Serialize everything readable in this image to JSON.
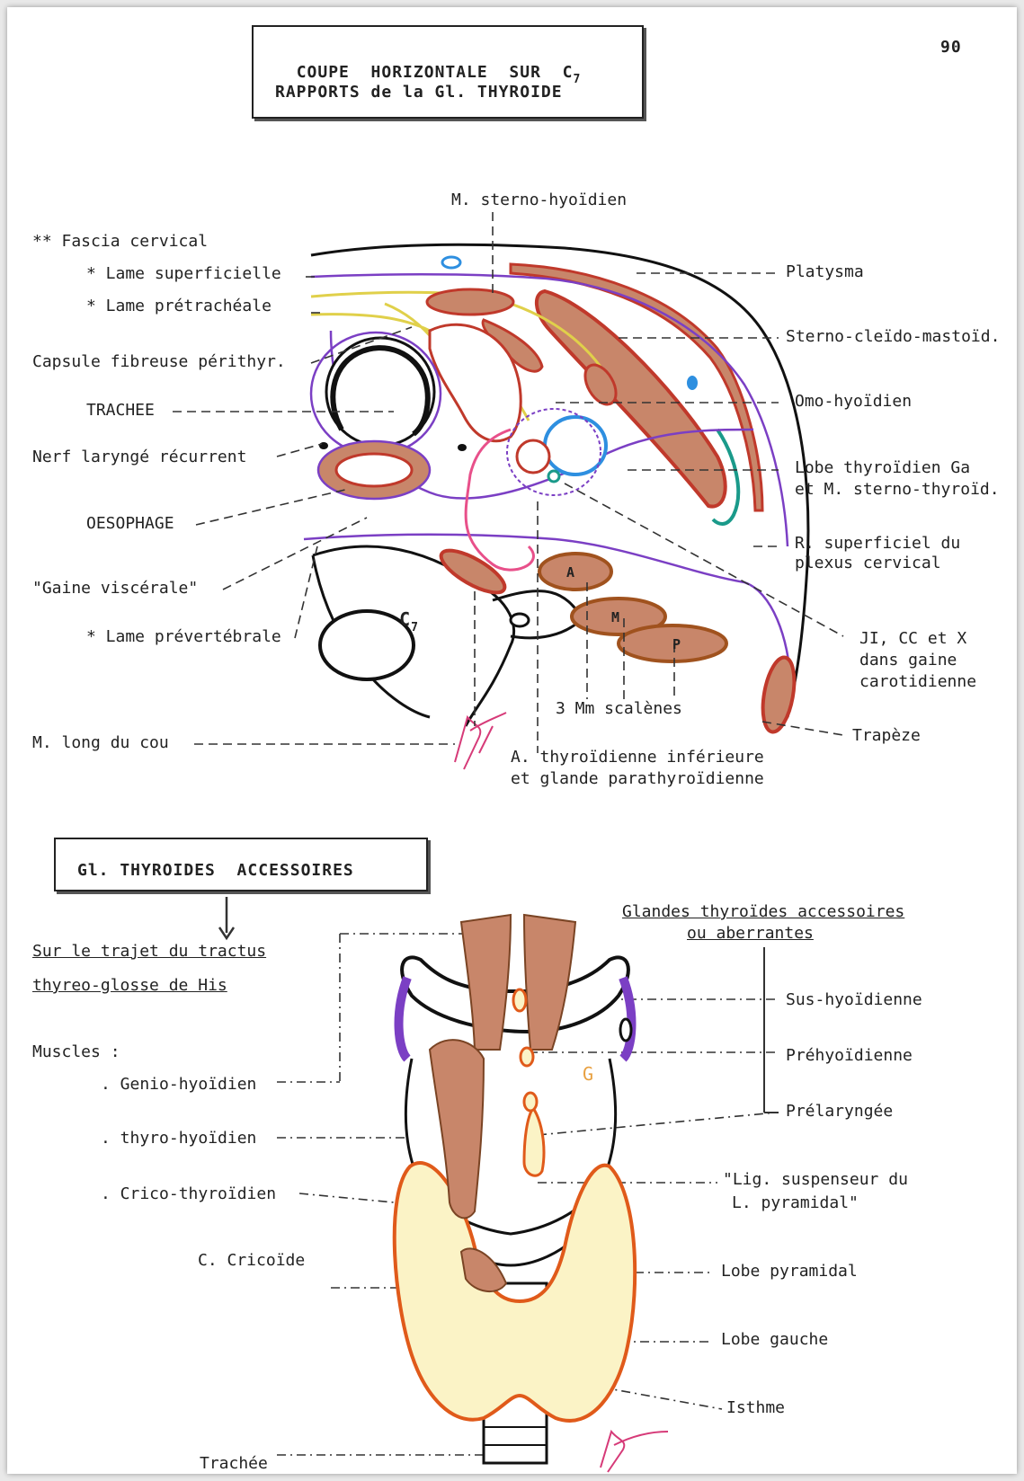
{
  "page_number": "90",
  "section1": {
    "title_line1": "COUPE  HORIZONTALE  SUR  C",
    "title_sub": "7",
    "title_line2": "RAPPORTS de la Gl. THYROIDE",
    "vertebra_label": "C",
    "vertebra_sub": "7",
    "muscle_letters": [
      "A",
      "M",
      "P"
    ],
    "left_labels": {
      "fascia": "** Fascia cervical",
      "lame_sup": "* Lame superficielle",
      "lame_pre": "* Lame prétrachéale",
      "capsule": "Capsule fibreuse périthyr.",
      "trachee": "TRACHEE",
      "nerf": "Nerf laryngé récurrent",
      "oesophage": "OESOPHAGE",
      "gaine": "\"Gaine viscérale\"",
      "lame_prev": "* Lame prévertébrale",
      "long_cou": "M. long du cou"
    },
    "top_label": "M. sterno-hyoïdien",
    "right_labels": {
      "platysma": "Platysma",
      "scm": "Sterno-cleïdo-mastoïd.",
      "omo": "Omo-hyoïdien",
      "lobe1": "Lobe thyroïdien Ga",
      "lobe2": "et M. sterno-thyroïd.",
      "rsup1": "R. superficiel du",
      "rsup2": "plexus cervical",
      "ji1": "JI, CC et X",
      "ji2": "dans gaine",
      "ji3": "carotidienne",
      "trapeze": "Trapèze"
    },
    "bottom_labels": {
      "scalenes": "3 Mm scalènes",
      "art1": "A. thyroïdienne inférieure",
      "art2": "et glande parathyroïdienne"
    }
  },
  "section2": {
    "title": "Gl. THYROIDES  ACCESSOIRES",
    "trajet1": "Sur le trajet du tractus",
    "trajet2": "thyreo-glosse de His",
    "muscles_heading": "Muscles :",
    "muscles": [
      ". Genio-hyoïdien",
      ". thyro-hyoïdien",
      ". Crico-thyroïdien"
    ],
    "cricoide": "C. Cricoïde",
    "trachee": "Trachée",
    "glandes1": "Glandes thyroïdes accessoires",
    "glandes2": "ou aberrantes",
    "right_labels": {
      "sus": "Sus-hyoïdienne",
      "pre": "Préhyoïdienne",
      "prelar": "Prélaryngée",
      "lig1": "\"Lig. suspenseur du",
      "lig2": "L. pyramidal\"",
      "lobe_pyr": "Lobe pyramidal",
      "lobe_g": "Lobe gauche",
      "isthme": "Isthme"
    },
    "g_letter": "G"
  },
  "palette": {
    "muscle_fill": "#c8866a",
    "muscle_edge": "#c0392b",
    "fascia_yellow": "#e0d04a",
    "fascia_purple": "#7b3fc4",
    "vein_blue": "#2e8fe0",
    "artery_pink": "#e8508a",
    "thyroid_fill": "#fbf3c6",
    "thyroid_edge": "#e05a1a",
    "signature": "#d63a78"
  }
}
